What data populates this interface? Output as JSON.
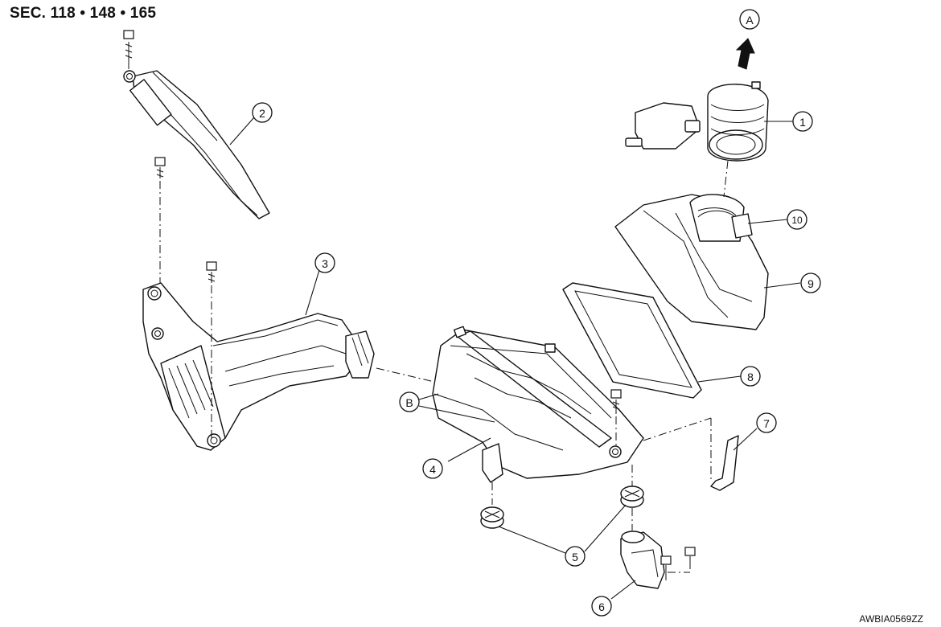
{
  "header": {
    "section_label": "SEC. 118 • 148 • 165"
  },
  "footer": {
    "figure_code": "AWBIA0569ZZ"
  },
  "callouts": {
    "c1": "1",
    "c2": "2",
    "c3": "3",
    "c4": "4",
    "c5": "5",
    "c6": "6",
    "c7": "7",
    "c8": "8",
    "c9": "9",
    "c10": "10",
    "cA": "A",
    "cB": "B"
  }
}
